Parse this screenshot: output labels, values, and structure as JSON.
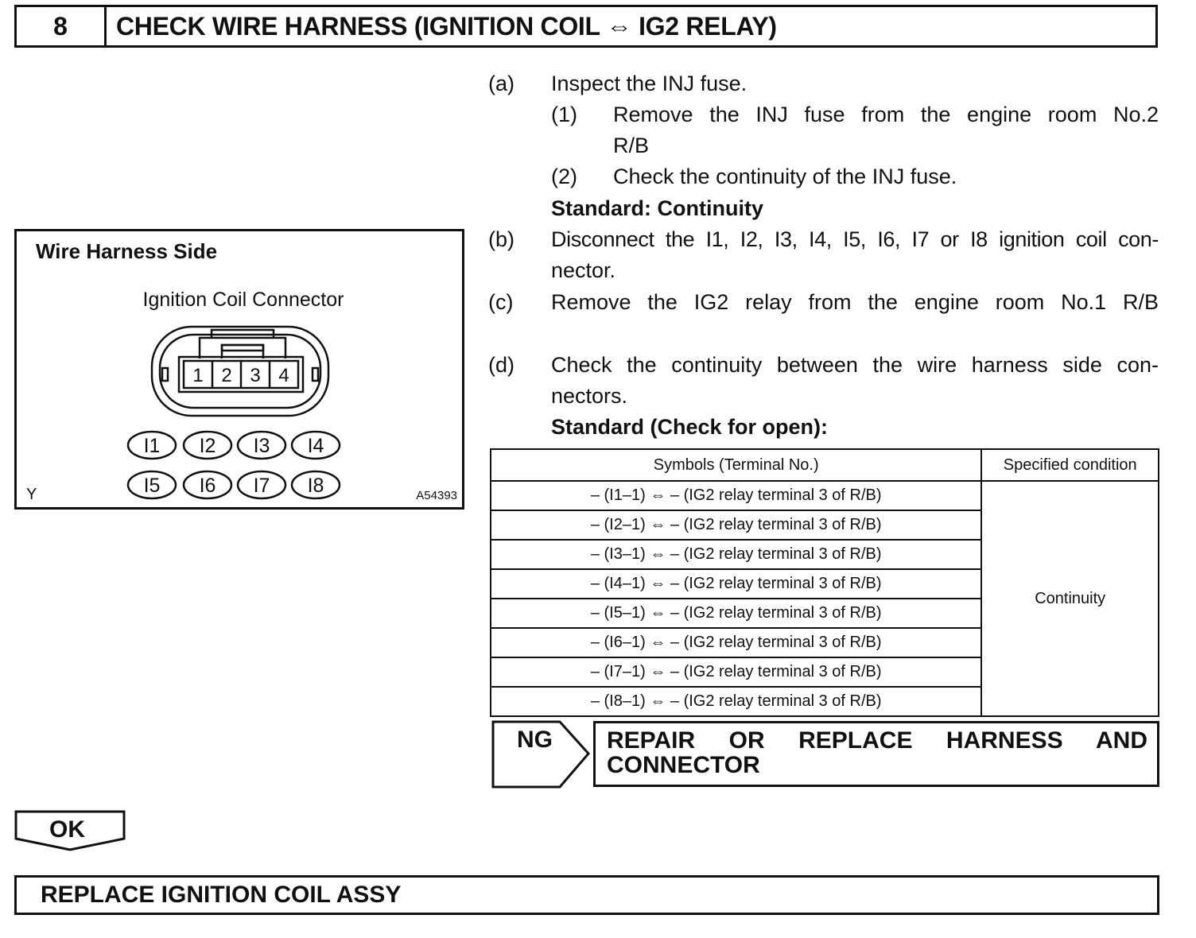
{
  "header": {
    "step_number": "8",
    "title": "CHECK WIRE HARNESS (IGNITION COIL ⇔ IG2 RELAY)"
  },
  "illustration": {
    "title": "Wire Harness Side",
    "caption": "Ignition Coil Connector",
    "pins": [
      "1",
      "2",
      "3",
      "4"
    ],
    "connectors": [
      "I1",
      "I2",
      "I3",
      "I4",
      "I5",
      "I6",
      "I7",
      "I8"
    ],
    "corner_mark": "Y",
    "figure_code": "A54393"
  },
  "steps": {
    "a": {
      "label": "(a)",
      "text": "Inspect the INJ fuse."
    },
    "a1": {
      "label": "(1)",
      "line1": "Remove the INJ fuse from the engine room No.2",
      "line2": "R/B"
    },
    "a2": {
      "label": "(2)",
      "text": "Check the continuity of the INJ fuse."
    },
    "a_standard": "Standard: Continuity",
    "b": {
      "label": "(b)",
      "line1": "Disconnect the I1, I2, I3, I4, I5, I6, I7 or I8 ignition coil con-",
      "line2": "nector."
    },
    "c": {
      "label": "(c)",
      "text": "Remove the IG2 relay from the engine room No.1 R/B"
    },
    "d": {
      "label": "(d)",
      "line1": "Check the continuity between the wire harness side con-",
      "line2": "nectors."
    },
    "d_standard": "Standard (Check for open):"
  },
  "table": {
    "headers": [
      "Symbols (Terminal No.)",
      "Specified condition"
    ],
    "rows": [
      "– (I1–1) ⇔ – (IG2 relay terminal 3 of R/B)",
      "– (I2–1) ⇔ – (IG2 relay terminal 3 of R/B)",
      "– (I3–1) ⇔ – (IG2 relay terminal 3 of R/B)",
      "– (I4–1) ⇔ – (IG2 relay terminal 3 of R/B)",
      "– (I5–1) ⇔ – (IG2 relay terminal 3 of R/B)",
      "– (I6–1) ⇔ – (IG2 relay terminal 3 of R/B)",
      "– (I7–1) ⇔ – (IG2 relay terminal 3 of R/B)",
      "– (I8–1) ⇔ – (IG2 relay terminal 3 of R/B)"
    ],
    "condition": "Continuity"
  },
  "ng": {
    "label": "NG",
    "line1": "REPAIR OR REPLACE HARNESS AND",
    "line2": "CONNECTOR"
  },
  "ok": {
    "label": "OK"
  },
  "final": {
    "text": "REPLACE IGNITION COIL ASSY"
  }
}
